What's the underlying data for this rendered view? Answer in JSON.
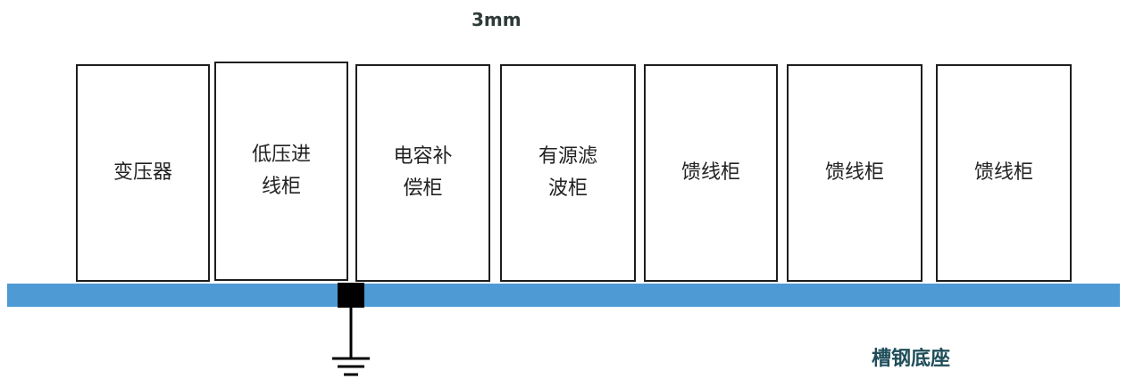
{
  "gap_label": "3mm",
  "cabinets": [
    {
      "label": "变压器"
    },
    {
      "label": "低压进\n线柜"
    },
    {
      "label": "电容补\n偿柜"
    },
    {
      "label": "有源滤\n波柜"
    },
    {
      "label": "馈线柜"
    },
    {
      "label": "馈线柜"
    },
    {
      "label": "馈线柜"
    }
  ],
  "base_label": "槽钢底座",
  "colors": {
    "base_bar": "#4d9ad4",
    "cabinet_border": "#1e1e1e",
    "ground_block": "#000000"
  },
  "icons": {
    "ground": "ground-symbol-icon"
  }
}
